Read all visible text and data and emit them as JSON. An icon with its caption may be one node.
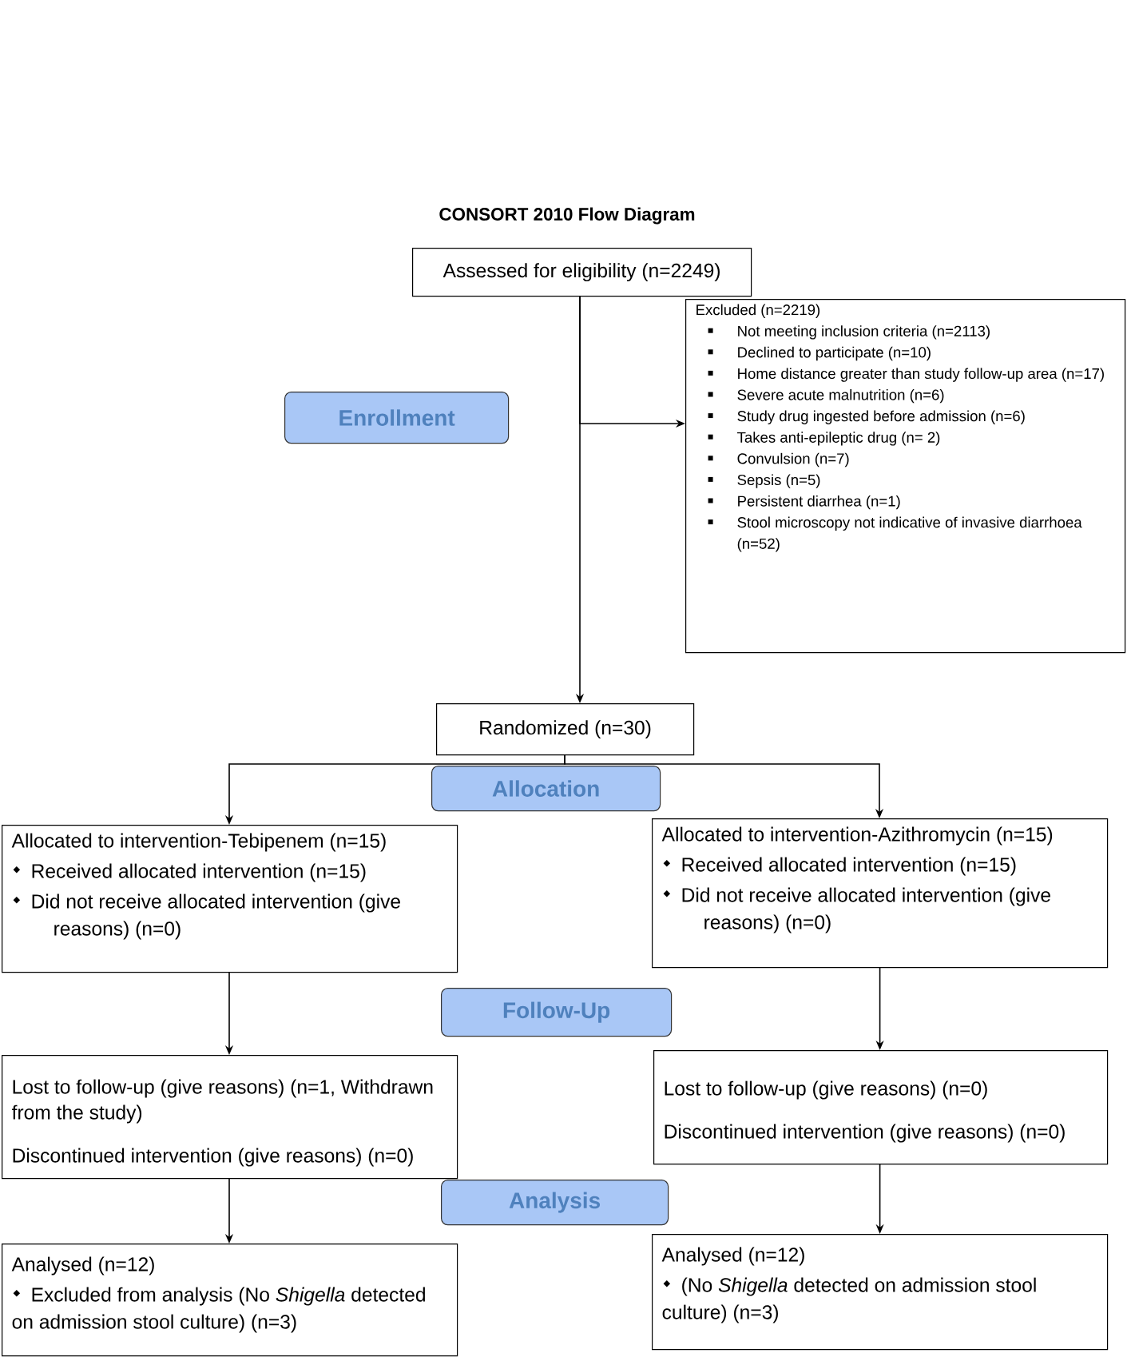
{
  "diagram": {
    "title": "CONSORT 2010 Flow Diagram",
    "nodes": [
      {
        "text": [
          "Assessed for eligibility (n=2249)"
        ]
      },
      {
        "text": [
          "Excluded (n=2219)",
          "Not meeting inclusion criteria (n=2113)",
          "Declined to participate (n=10)",
          "Home distance greater than study follow-up area (n=17)",
          "Severe acute malnutrition (n=6)",
          "Study drug ingested before admission (n=6)",
          "Takes anti-epileptic drug (n= 2)",
          "Convulsion (n=7)",
          "Sepsis (n=5)",
          "Persistent diarrhea (n=1)",
          "Stool microscopy not indicative of invasive diarrhoea (n=52)"
        ]
      },
      {
        "text": [
          "Enrollment"
        ]
      },
      {
        "text": [
          "Randomized (n=30)"
        ]
      },
      {
        "text": [
          "Allocation"
        ]
      },
      {
        "text": [
          "Allocated to intervention-Tebipenem (n=15)",
          "Received allocated intervention (n=15)",
          "Did not receive allocated intervention (give reasons) (n=0)"
        ]
      },
      {
        "text": [
          "Allocated to intervention-Azithromycin (n=15)",
          "Received allocated intervention (n=15)",
          "Did not receive allocated intervention (give reasons) (n=0)"
        ]
      },
      {
        "text": [
          "Follow-Up"
        ]
      },
      {
        "text": [
          "Lost to follow-up (give reasons) (n=1, Withdrawn from the study)",
          "Discontinued intervention (give reasons) (n=0)"
        ]
      },
      {
        "text": [
          "Lost to follow-up (give reasons) (n=0)",
          "Discontinued intervention (give reasons) (n=0)"
        ]
      },
      {
        "text": [
          "Analysis"
        ]
      },
      {
        "text": [
          "Analysed (n=12)",
          "Excluded from analysis (No *Shigella* detected on admission stool culture) (n=3)"
        ]
      },
      {
        "text": [
          "Analysed (n=12)",
          "(No *Shigella* detected on admission stool culture) (n=3)"
        ]
      }
    ],
    "edges": [
      {
        "from": 0,
        "to": 3,
        "arrow": "to"
      },
      {
        "from": 0,
        "to": 1,
        "arrow": "to"
      },
      {
        "from": 3,
        "to": 5,
        "arrow": "to"
      },
      {
        "from": 3,
        "to": 6,
        "arrow": "to"
      },
      {
        "from": 5,
        "to": 8,
        "arrow": "to"
      },
      {
        "from": 6,
        "to": 9,
        "arrow": "to"
      },
      {
        "from": 8,
        "to": 11,
        "arrow": "to"
      },
      {
        "from": 9,
        "to": 12,
        "arrow": "to"
      }
    ]
  }
}
